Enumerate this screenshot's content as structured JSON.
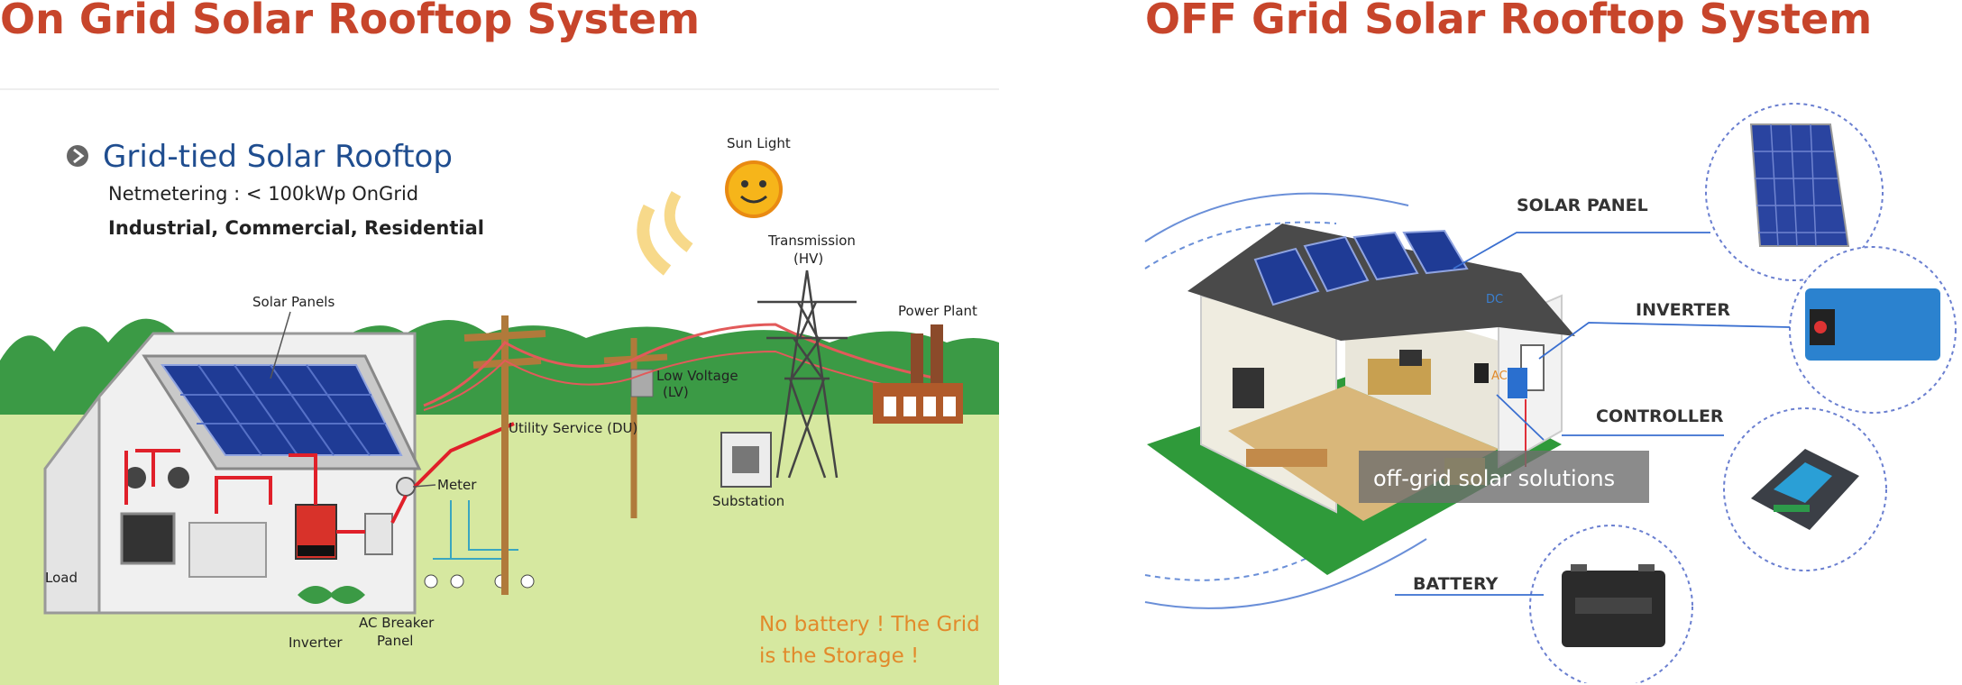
{
  "headings": {
    "left": "On Grid Solar Rooftop System",
    "right": "OFF Grid Solar Rooftop System"
  },
  "on_grid": {
    "title": "Grid-tied Solar Rooftop",
    "subtitle": "Netmetering : < 100kWp OnGrid",
    "sectors": "Industrial, Commercial, Residential",
    "labels": {
      "sun": "Sun Light",
      "transmission": "Transmission",
      "hv": "(HV)",
      "power_plant": "Power Plant",
      "solar_panels": "Solar Panels",
      "low_voltage": "Low Voltage",
      "lv": "(LV)",
      "utility": "Utility Service (DU)",
      "substation": "Substation",
      "meter": "Meter",
      "load": "Load",
      "ac_breaker": "AC Breaker",
      "panel": "Panel",
      "inverter": "Inverter"
    },
    "note_line1": "No battery ! The Grid",
    "note_line2": "is the Storage !"
  },
  "off_grid": {
    "labels": {
      "solar_panel": "SOLAR PANEL",
      "inverter": "INVERTER",
      "controller": "CONTROLLER",
      "battery": "BATTERY",
      "dc": "DC",
      "ac": "AC"
    },
    "caption": "off-grid solar solutions"
  },
  "colors": {
    "heading": "#c7452b",
    "grass": "#d6e8a0",
    "trees": "#3b9a45",
    "panel_blue": "#1f3b95",
    "note": "#e28a2b",
    "circle_line": "#6a7fd0"
  }
}
